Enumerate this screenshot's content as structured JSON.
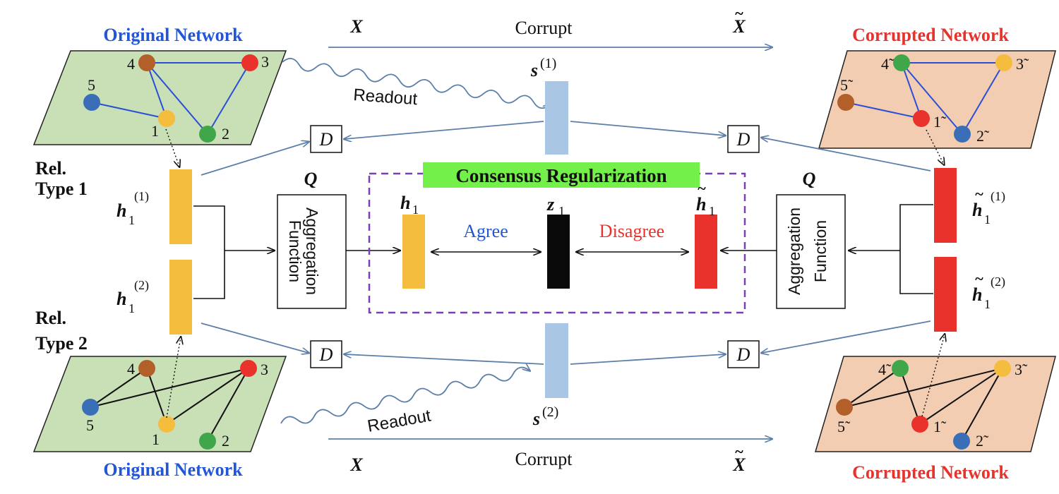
{
  "titles": {
    "original_top": "Original Network",
    "original_bottom": "Original Network",
    "corrupted_top": "Corrupted Network",
    "corrupted_bottom": "Corrupted Network"
  },
  "labels": {
    "x_top": "X",
    "x_tilde_top": "X",
    "corrupt_top": "Corrupt",
    "x_bottom": "X",
    "x_tilde_bottom": "X",
    "corrupt_bottom": "Corrupt",
    "readout_top": "Readout",
    "readout_bottom": "Readout",
    "s1": "s",
    "s1_sup": "(1)",
    "s2": "s",
    "s2_sup": "(2)",
    "d": "D",
    "q_left": "Q",
    "q_right": "Q",
    "agg_left_1": "Aggregation",
    "agg_left_2": "Function",
    "agg_right_1": "Aggregation",
    "agg_right_2": "Function",
    "consensus": "Consensus Regularization",
    "h1": "h",
    "h1_sub": "1",
    "z1": "z",
    "z1_sub": "1",
    "h1_tilde": "h",
    "h1_tilde_sub": "1",
    "agree": "Agree",
    "disagree": "Disagree",
    "rel_type1_a": "Rel.",
    "rel_type1_b": "Type 1",
    "rel_type2_a": "Rel.",
    "rel_type2_b": "Type 2",
    "h11": "h",
    "h11_sub": "1",
    "h11_sup": "(1)",
    "h12": "h",
    "h12_sub": "1",
    "h12_sup": "(2)",
    "ht11": "h",
    "ht11_sub": "1",
    "ht11_sup": "(1)",
    "ht12": "h",
    "ht12_sub": "1",
    "ht12_sup": "(2)"
  },
  "nodes": {
    "original": [
      "1",
      "2",
      "3",
      "4",
      "5"
    ],
    "corrupted": [
      "1̃",
      "2̃",
      "3̃",
      "4̃",
      "5̃"
    ]
  },
  "colors": {
    "blue_title": "#2156d6",
    "red_title": "#e8322b",
    "green_panel": "#c9dfb6",
    "orange_panel": "#f3cdb1",
    "yellow_bar": "#f5bd3e",
    "red_bar": "#e8322b",
    "summary_bar": "#a9c7e4",
    "consensus_bg": "#74f04a",
    "dash_box": "#7b3fb5"
  }
}
